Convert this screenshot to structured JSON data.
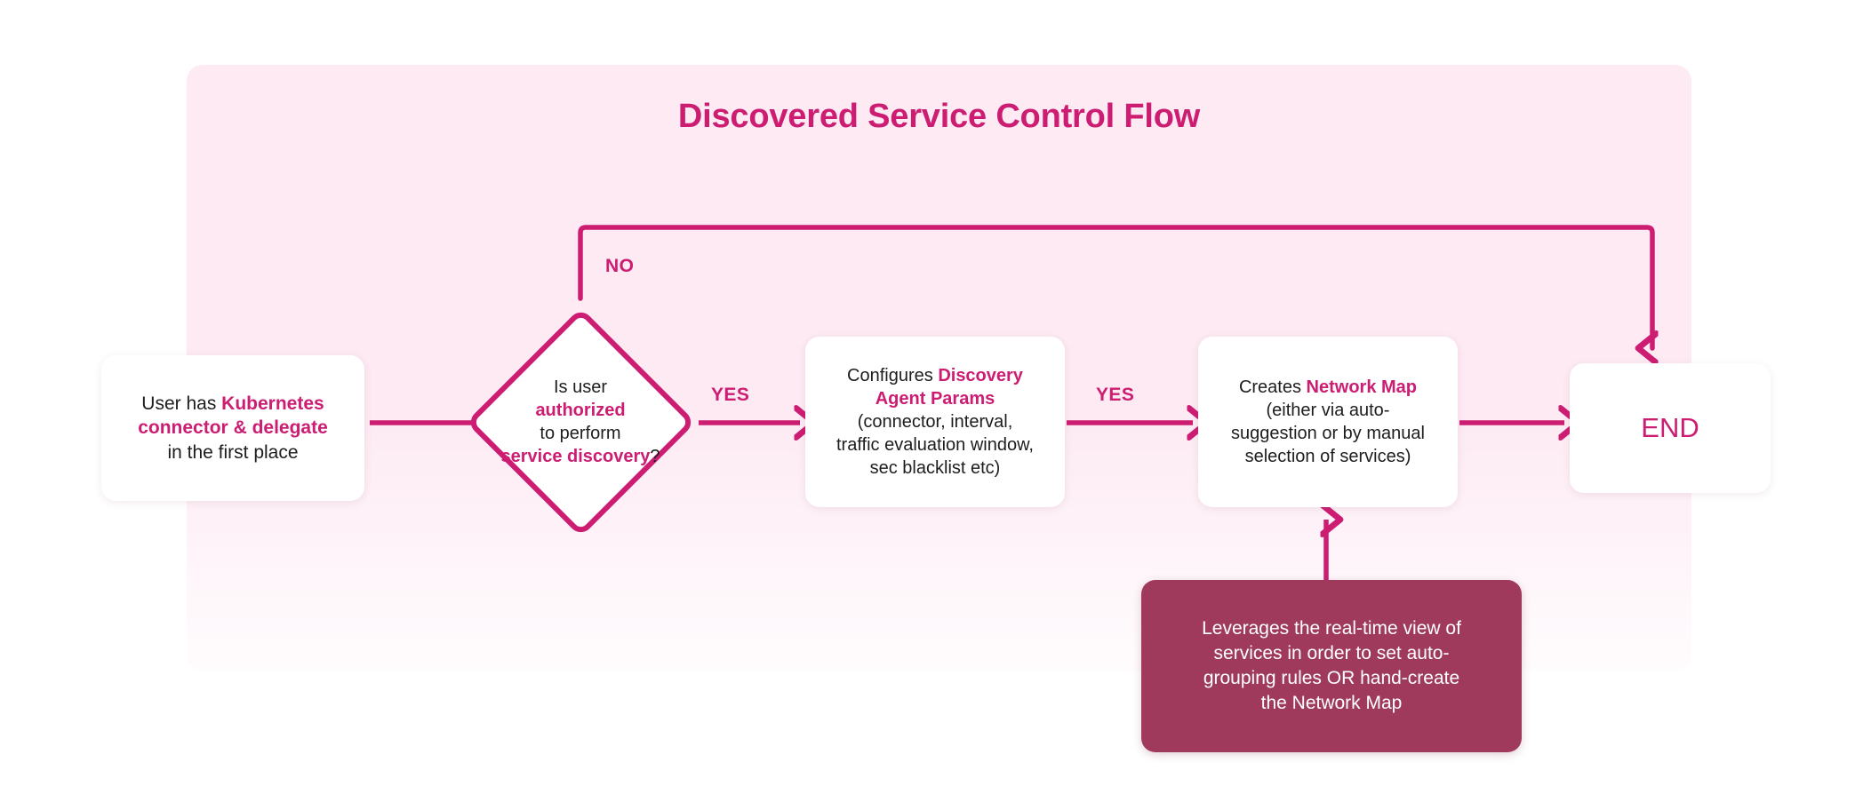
{
  "title": "Discovered Service Control Flow",
  "colors": {
    "accent": "#cc1d73",
    "panel_bg": "#fdeaf3",
    "note_bg": "#9f3a5d",
    "node_bg": "#ffffff",
    "text": "#1d1d1f",
    "note_text": "#ffffff"
  },
  "nodes": {
    "start": {
      "type": "process",
      "line1_plain": "User has ",
      "line1_accent": "Kubernetes",
      "line2_accent": "connector & delegate",
      "line3_plain": "in the first place"
    },
    "decision": {
      "type": "decision",
      "line1": "Is user",
      "line2_accent": "authorized",
      "line3": "to perform",
      "line4_accent": "service discovery",
      "line4_tail": "?"
    },
    "configure": {
      "type": "process",
      "line1_plain": "Configures ",
      "line1_accent": "Discovery",
      "line2_accent": "Agent Params",
      "line3": "(connector, interval,",
      "line4": "traffic evaluation window,",
      "line5": "sec blacklist etc)"
    },
    "networkmap": {
      "type": "process",
      "line1_plain": "Creates ",
      "line1_accent": "Network Map",
      "line2": "(either via auto-",
      "line3": "suggestion or by manual",
      "line4": "selection of services)"
    },
    "end": {
      "type": "terminator",
      "label": "END"
    },
    "note": {
      "type": "annotation",
      "line1": "Leverages the real-time view of",
      "line2": "services in order to set auto-",
      "line3": "grouping rules OR hand-create",
      "line4": "the Network Map"
    }
  },
  "edges": {
    "no_label": "NO",
    "yes_label_1": "YES",
    "yes_label_2": "YES"
  }
}
